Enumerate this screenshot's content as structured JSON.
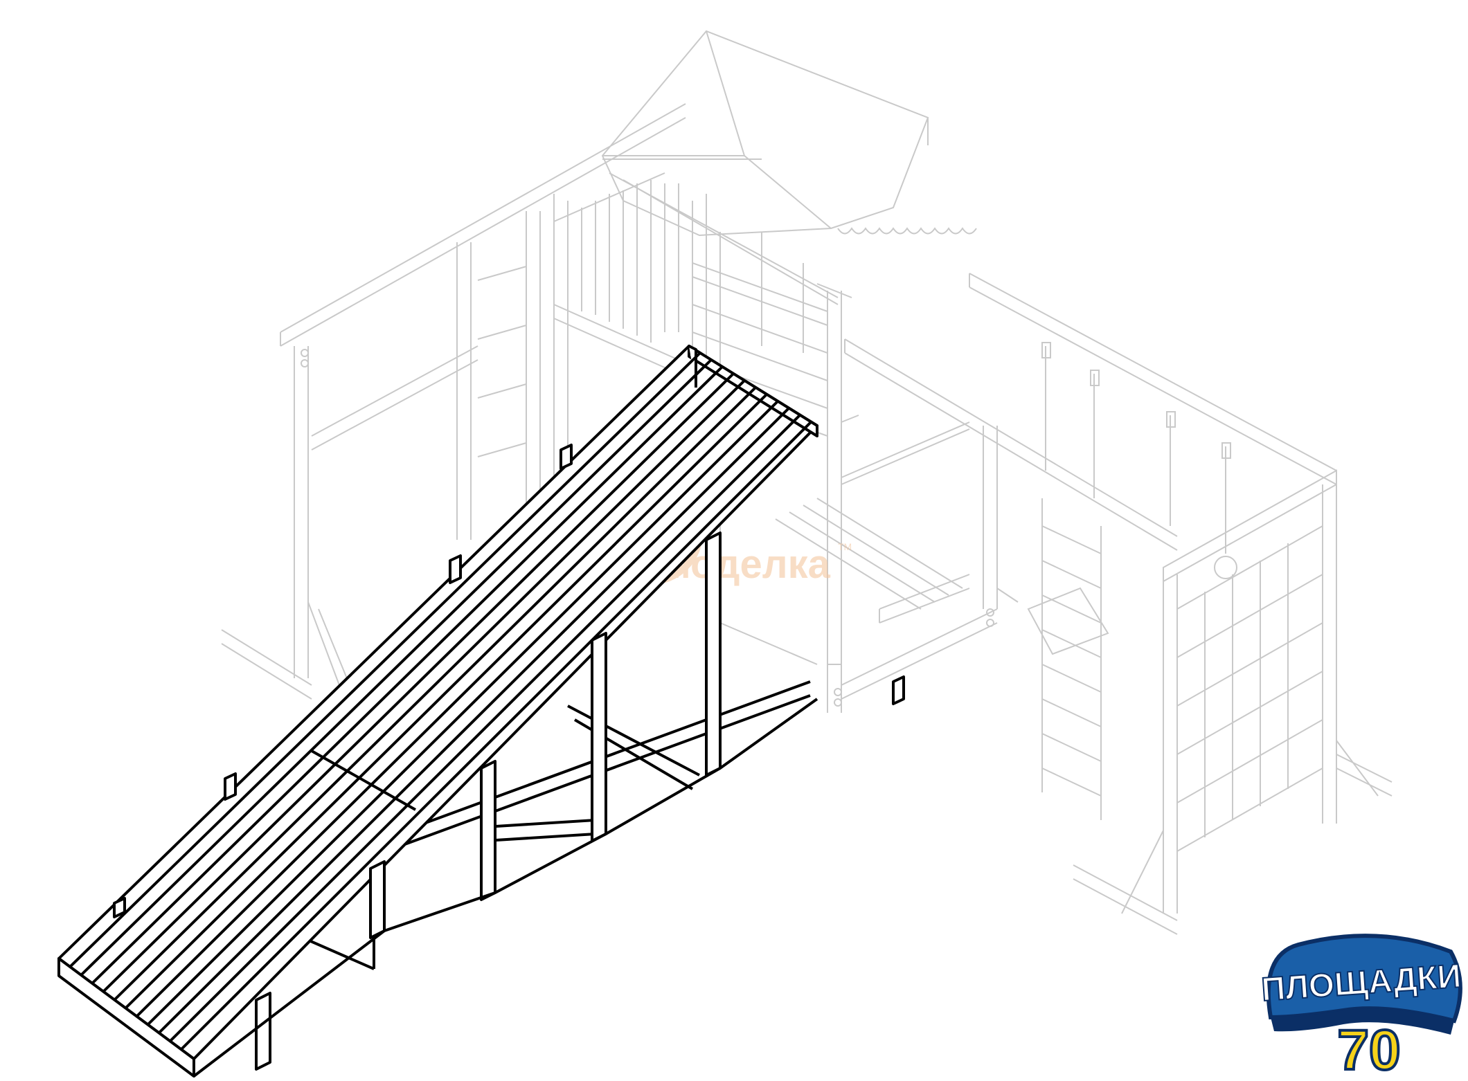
{
  "drawing": {
    "subject": "",
    "watermark_text": "Самоделка",
    "watermark_tm": "TM",
    "watermark_color": "#f4c7a0"
  },
  "logo": {
    "line1": "ПЛОЩАДКИ",
    "line2": "70",
    "fill_color": "#1a5fa8",
    "outline_color": "#0b2f66",
    "number_color": "#f5d21a",
    "background_color": "#ffffff"
  },
  "colors": {
    "highlight_stroke": "#000000",
    "ghost_stroke": "#c9c9c9"
  }
}
